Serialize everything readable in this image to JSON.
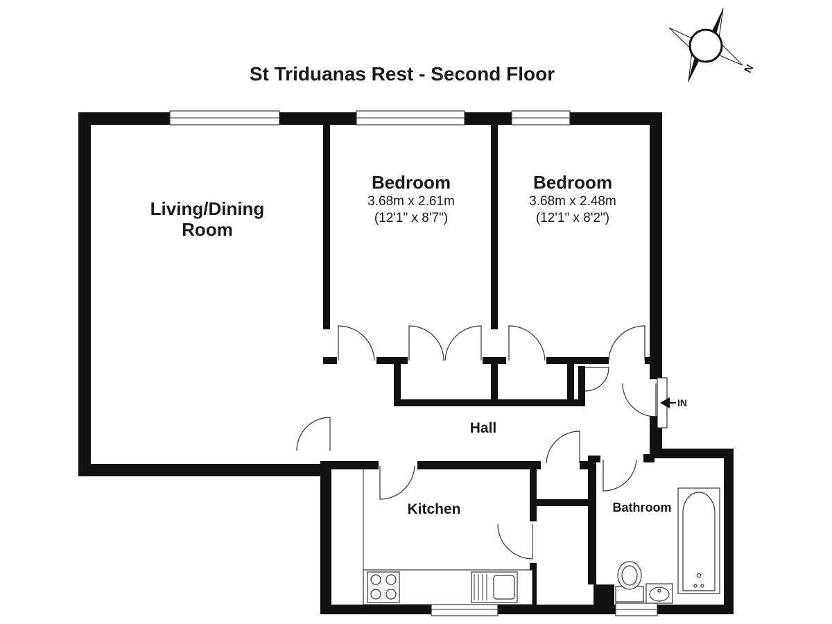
{
  "title": "St Triduanas Rest - Second Floor",
  "compass": {
    "north_label": "N"
  },
  "rooms": {
    "living": {
      "name_line1": "Living/Dining",
      "name_line2": "Room"
    },
    "bedroom1": {
      "name": "Bedroom",
      "metric": "3.68m x 2.61m",
      "imperial": "(12'1\" x 8'7\")"
    },
    "bedroom2": {
      "name": "Bedroom",
      "metric": "3.68m x 2.48m",
      "imperial": "(12'1\" x 8'2\")"
    },
    "hall": {
      "name": "Hall"
    },
    "kitchen": {
      "name": "Kitchen"
    },
    "bathroom": {
      "name": "Bathroom"
    }
  },
  "entrance": {
    "label": "IN"
  },
  "colors": {
    "wall": "#111111",
    "line": "#333333",
    "background": "#ffffff"
  }
}
